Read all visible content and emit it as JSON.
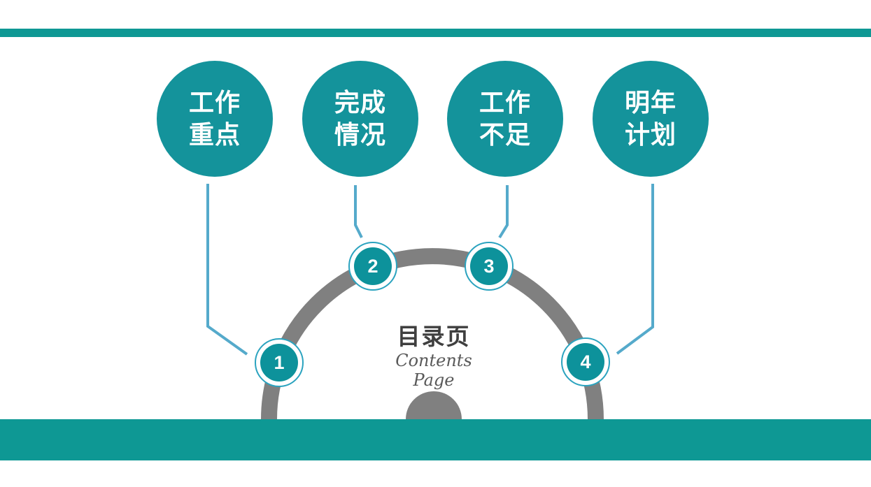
{
  "page_title": {
    "cn": "目录页",
    "en_line1": "Contents",
    "en_line2": "Page"
  },
  "topics": [
    {
      "number": "1",
      "title_line1": "工作",
      "title_line2": "重点"
    },
    {
      "number": "2",
      "title_line1": "完成",
      "title_line2": "情况"
    },
    {
      "number": "3",
      "title_line1": "工作",
      "title_line2": "不足"
    },
    {
      "number": "4",
      "title_line1": "明年",
      "title_line2": "计划"
    }
  ],
  "colors": {
    "teal_bar": "#0E9894",
    "teal_circle": "#14939B",
    "teal_badge": "#0D929B",
    "arc_gray": "#808080",
    "connector_blue": "#55AACB",
    "badge_ring": "#2BA3BF",
    "title_dark": "#3F3F3F",
    "subtitle_gray": "#595959"
  }
}
